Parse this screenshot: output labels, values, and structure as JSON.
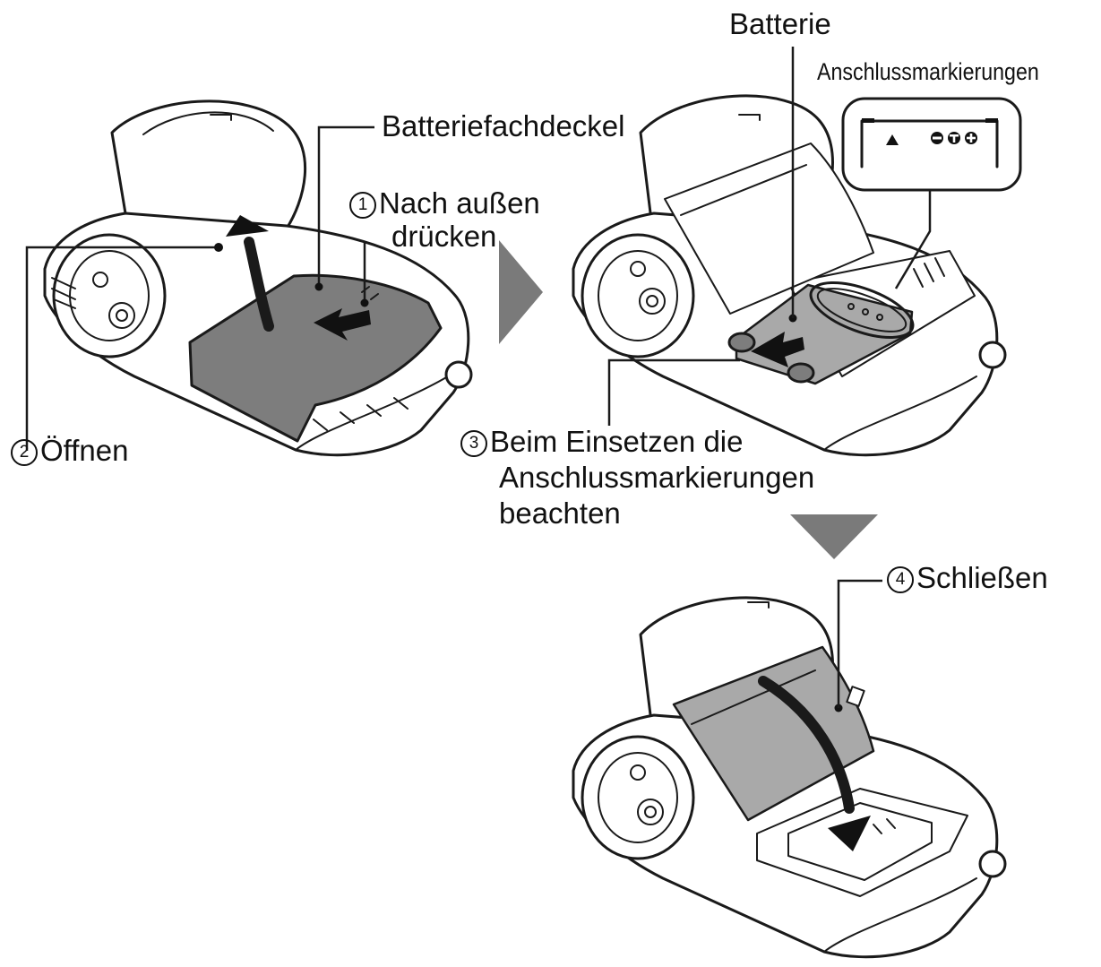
{
  "labels": {
    "battery": "Batterie",
    "terminal_marks_title": "Anschlussmarkierungen",
    "cover": "Batteriefachdeckel",
    "step1_num": "1",
    "step1_line1": "Nach außen",
    "step1_line2": "drücken",
    "step2_num": "2",
    "step2_text": "Öffnen",
    "step3_num": "3",
    "step3_line1": "Beim Einsetzen die",
    "step3_line2": "Anschlussmarkierungen",
    "step3_line3": "beachten",
    "step4_num": "4",
    "step4_text": "Schließen"
  },
  "colors": {
    "ink": "#1a1a1a",
    "cover_gray": "#7d7d7d",
    "step_arrow_gray": "#7a7a7a",
    "background": "#ffffff"
  },
  "icons": [
    "triangle-mark-icon",
    "minus-terminal-icon",
    "t-terminal-icon",
    "plus-terminal-icon"
  ]
}
